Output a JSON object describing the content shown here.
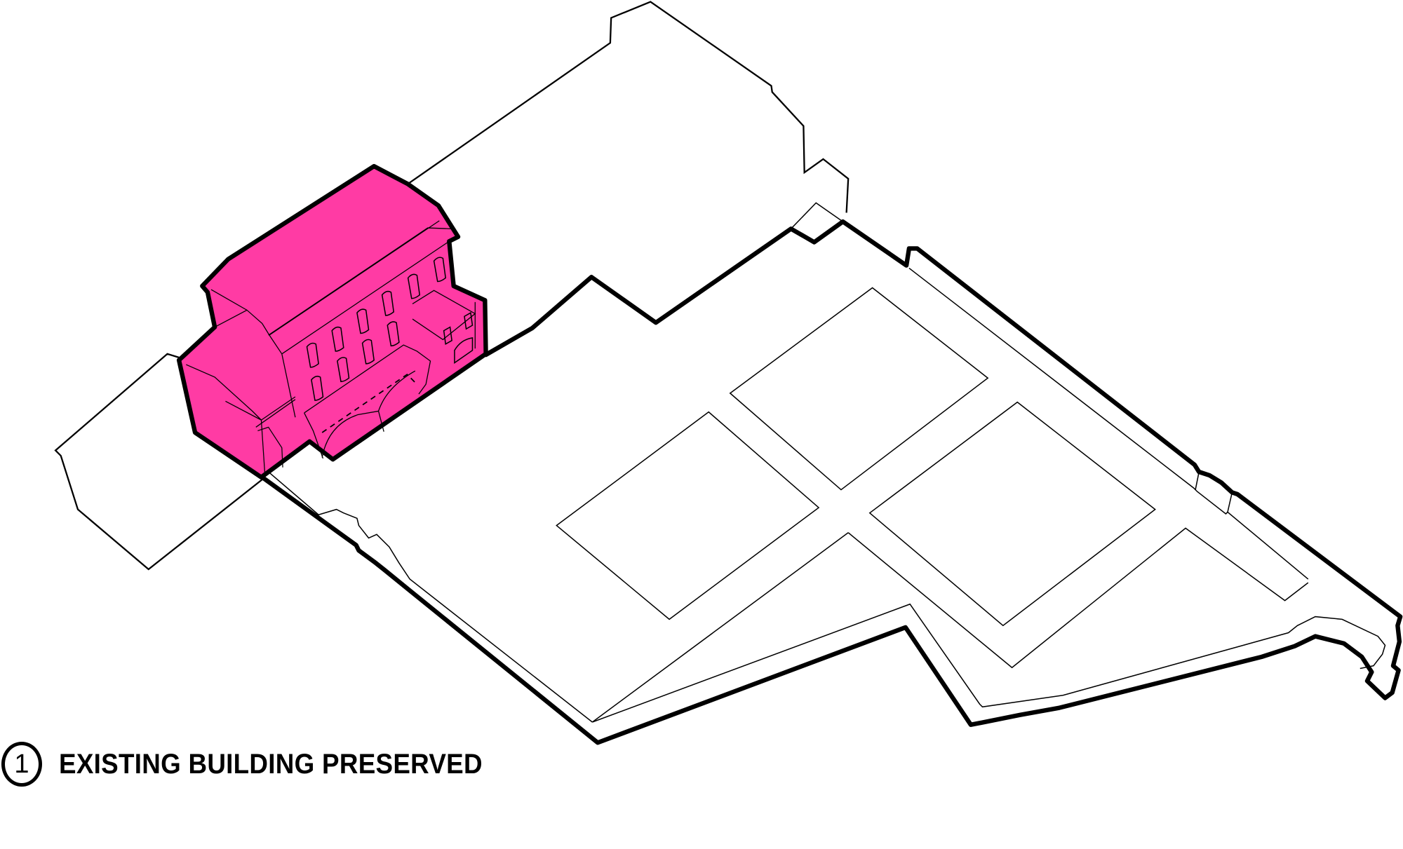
{
  "diagram": {
    "type": "axonometric site diagram",
    "highlight_color": "#FF3BA4",
    "stroke_color": "#000000",
    "background": "#FFFFFF",
    "elements": [
      "existing-building (highlighted)",
      "site-boundary (thick outline)",
      "neighbouring-building-north (thin outline)",
      "neighbouring-building-west (thin outline)",
      "courtyard-plots (4 rectangles)",
      "sidewalk-inner-edge (thin line)"
    ]
  },
  "legend": {
    "number": "1",
    "label": "EXISTING BUILDING PRESERVED"
  }
}
